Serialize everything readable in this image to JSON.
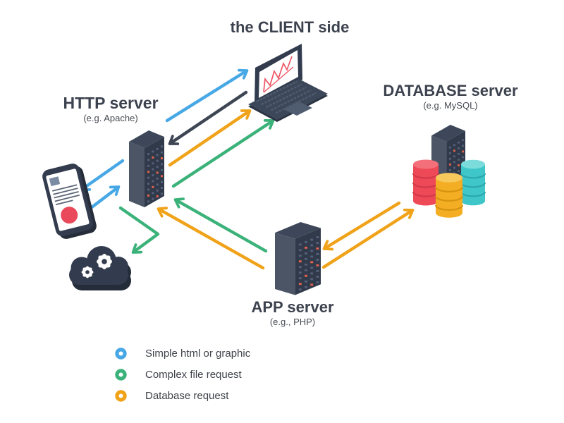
{
  "title": "the CLIENT side",
  "nodes": {
    "http_server": {
      "label": "HTTP server",
      "sublabel": "(e.g. Apache)"
    },
    "database_server": {
      "label": "DATABASE server",
      "sublabel": "(e.g. MySQL)"
    },
    "app_server": {
      "label": "APP server",
      "sublabel": "(e.g., PHP)"
    }
  },
  "legend": {
    "items": [
      {
        "label": "Simple html or graphic",
        "color": "#47a8e5"
      },
      {
        "label": "Complex file request",
        "color": "#3bb279"
      },
      {
        "label": "Database request",
        "color": "#f0a219"
      }
    ]
  },
  "colors": {
    "blue": "#47a8e5",
    "green": "#3bb279",
    "orange": "#f0a219",
    "dark_arrow": "#3e4653",
    "icon_navy": "#333c4b",
    "accent_red": "#ee4956",
    "db_red": "#ee4956",
    "db_yellow": "#f3ae24",
    "db_teal": "#3ec6c9"
  },
  "connections": [
    {
      "from": "http-server",
      "to": "client-laptop",
      "meaning": "simple html or graphic",
      "color": "blue"
    },
    {
      "from": "client-laptop",
      "to": "http-server",
      "meaning": "client request",
      "color": "dark"
    },
    {
      "from": "http-server",
      "to": "client-laptop",
      "meaning": "database request",
      "color": "orange"
    },
    {
      "from": "http-server",
      "to": "client-laptop",
      "meaning": "complex file request",
      "color": "green"
    },
    {
      "from": "http-server",
      "to": "client-device",
      "meaning": "simple html or graphic",
      "color": "blue"
    },
    {
      "from": "client-device",
      "to": "http-server",
      "meaning": "simple html or graphic",
      "color": "blue"
    },
    {
      "from": "http-server",
      "to": "cloud-services",
      "meaning": "complex file request",
      "color": "green"
    },
    {
      "from": "app-server",
      "to": "http-server",
      "meaning": "complex file request",
      "color": "green"
    },
    {
      "from": "app-server",
      "to": "http-server",
      "meaning": "database request",
      "color": "orange"
    },
    {
      "from": "database-server",
      "to": "app-server",
      "meaning": "database request",
      "color": "orange"
    },
    {
      "from": "app-server",
      "to": "database-server",
      "meaning": "database request",
      "color": "orange"
    }
  ]
}
